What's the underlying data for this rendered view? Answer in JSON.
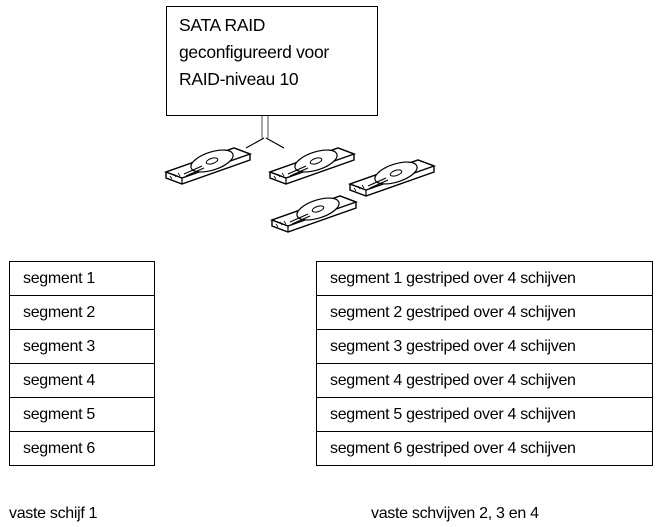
{
  "controller": {
    "lines": [
      "SATA RAID",
      "geconfigureerd voor",
      "RAID-niveau 10"
    ]
  },
  "icons": {
    "drives": [
      "hard-drive-icon",
      "hard-drive-icon",
      "hard-drive-icon",
      "hard-drive-icon"
    ]
  },
  "left_table": {
    "rows": [
      "segment 1",
      "segment 2",
      "segment 3",
      "segment 4",
      "segment 5",
      "segment 6"
    ]
  },
  "right_table": {
    "rows": [
      "segment 1 gestriped over 4 schijven",
      "segment 2 gestriped over 4 schijven",
      "segment 3 gestriped over 4 schijven",
      "segment 4 gestriped over 4 schijven",
      "segment 5 gestriped over 4 schijven",
      "segment 6 gestriped over 4 schijven"
    ]
  },
  "captions": {
    "left": "vaste schijf 1",
    "right": "vaste schvijven 2, 3 en 4"
  }
}
